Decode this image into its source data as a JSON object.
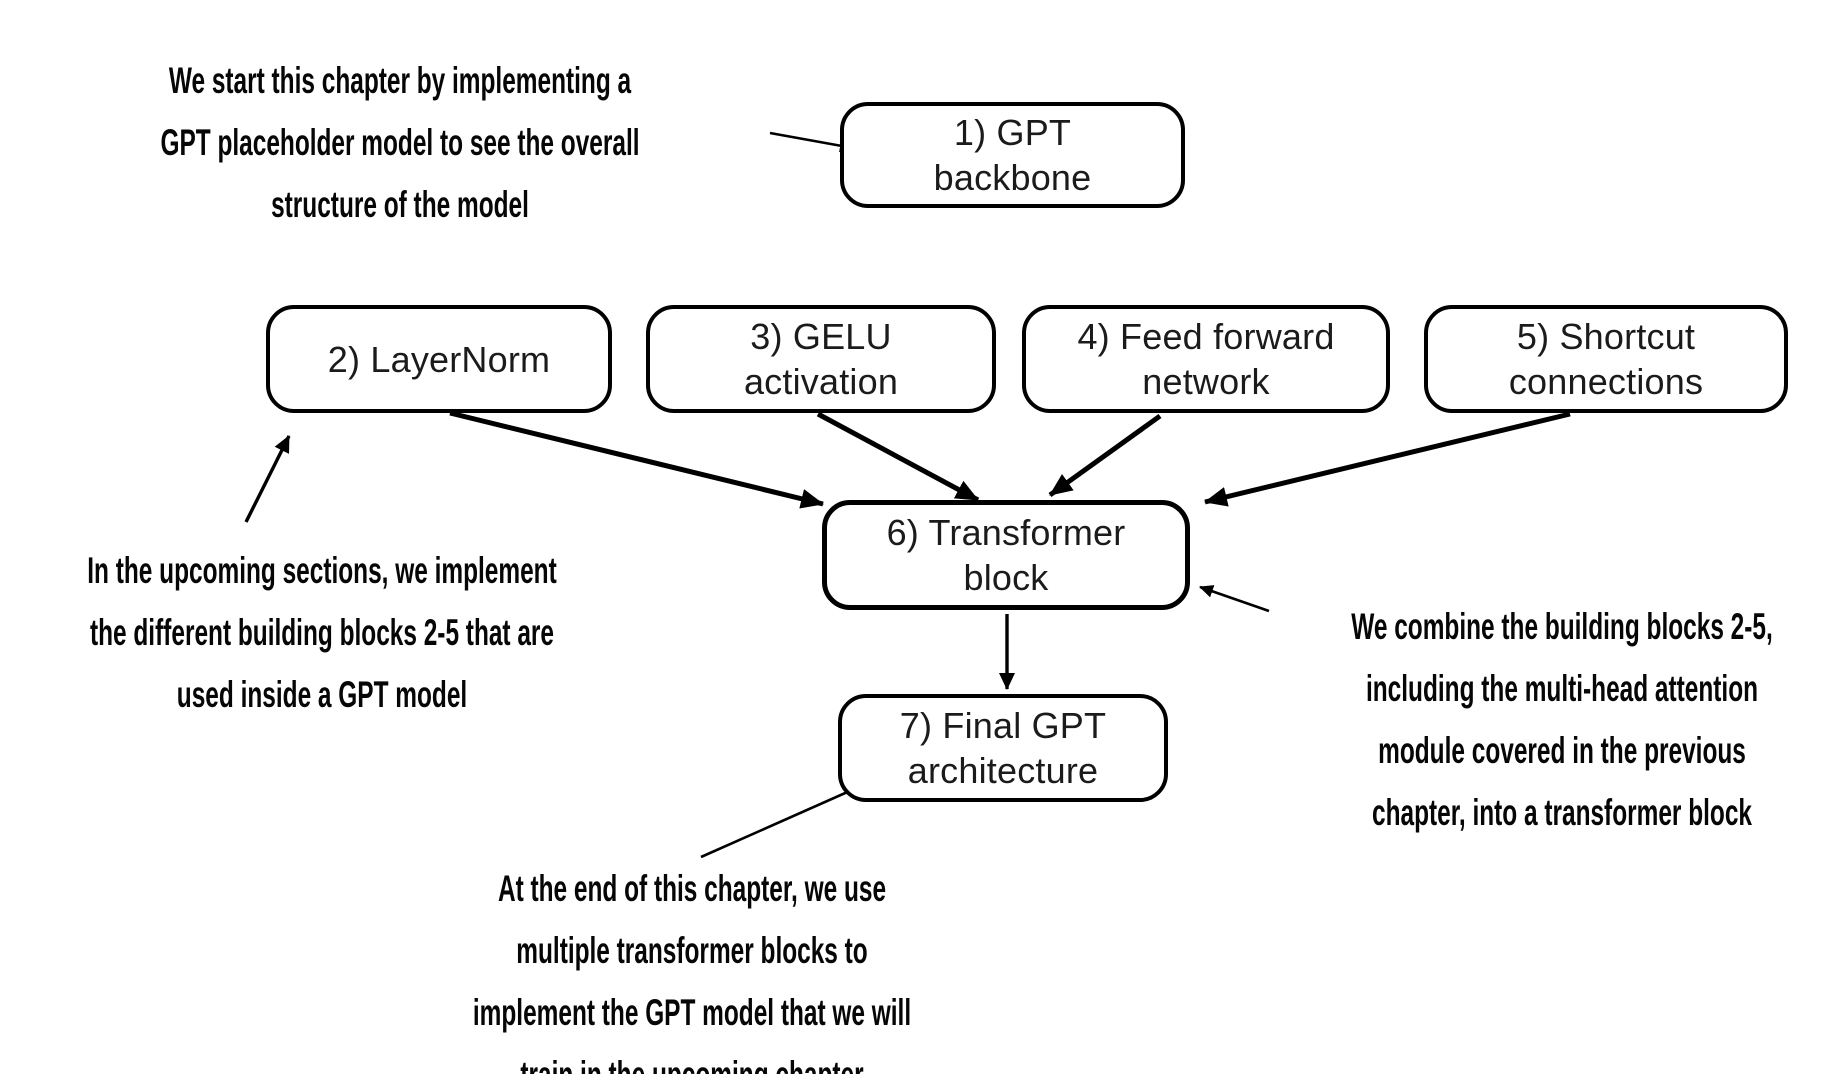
{
  "diagram": {
    "title_semantic": "GPT architecture chapter overview diagram",
    "background_color": "#ffffff",
    "ink_color": "#000000",
    "box_fill_color": "#ffffff",
    "box_border_color": "#000000"
  },
  "boxes": {
    "gpt_backbone": {
      "line1": "1) GPT",
      "line2": "backbone"
    },
    "layernorm": {
      "line1": "2) LayerNorm",
      "line2": ""
    },
    "gelu": {
      "line1": "3) GELU",
      "line2": "activation"
    },
    "feed_forward": {
      "line1": "4) Feed forward",
      "line2": "network"
    },
    "shortcut": {
      "line1": "5) Shortcut",
      "line2": "connections"
    },
    "transformer_block": {
      "line1": "6) Transformer",
      "line2": "block"
    },
    "final_gpt": {
      "line1": "7) Final GPT",
      "line2": "architecture"
    }
  },
  "annotations": {
    "gpt_backbone_note": {
      "lines": [
        "We start this chapter by implementing a",
        "GPT placeholder model to see the overall",
        "structure of the model"
      ]
    },
    "building_blocks_note": {
      "lines": [
        "In the upcoming sections, we implement",
        "the different building blocks 2-5 that are",
        "used inside a GPT model"
      ]
    },
    "transformer_block_note": {
      "lines": [
        "We combine the building blocks 2-5,",
        "including the multi-head attention",
        "module covered in the previous",
        "chapter, into a transformer block"
      ]
    },
    "final_architecture_note": {
      "lines": [
        "At the end of this chapter, we use",
        "multiple transformer blocks to",
        "implement the GPT model that we will",
        "train in the upcoming chapter"
      ]
    }
  }
}
